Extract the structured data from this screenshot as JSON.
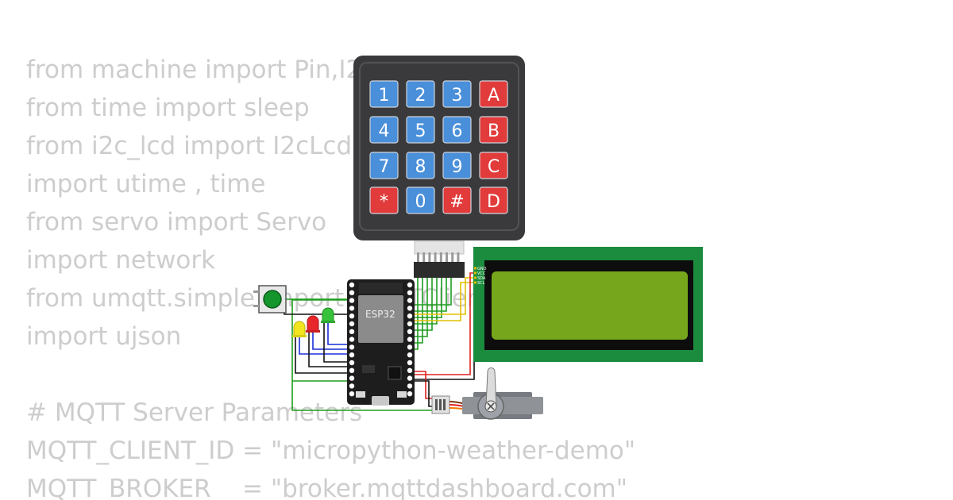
{
  "code_lines": [
    "from machine import Pin,I2C",
    "from time import sleep",
    "from i2c_lcd import I2cLcd",
    "import utime , time",
    "from servo import Servo",
    "import network",
    "from umqtt.simple import MQTTClient",
    "import ujson",
    "",
    "# MQTT Server Parameters",
    "MQTT_CLIENT_ID = \"micropython-weather-demo\"",
    "MQTT_BROKER    = \"broker.mqttdashboard.com\""
  ],
  "keypad": {
    "keys": [
      "1",
      "2",
      "3",
      "A",
      "4",
      "5",
      "6",
      "B",
      "7",
      "8",
      "9",
      "C",
      "*",
      "0",
      "#",
      "D"
    ],
    "colors": {
      "digit": "#4a8fd9",
      "letter": "#e23b3b",
      "frame": "#3a3a3d",
      "bezel": "#525257"
    }
  },
  "esp32": {
    "label": "ESP32"
  },
  "lcd": {
    "pin_labels": [
      "GND",
      "VCC",
      "SDA",
      "SCL"
    ],
    "colors": {
      "board": "#1b8b3d",
      "screen": "#76a61b"
    }
  },
  "wire_colors": {
    "green": "#1f9d1f",
    "yellow": "#e0c000",
    "red": "#e02020",
    "black": "#111111",
    "blue": "#1a2ed8",
    "orange": "#f07800"
  },
  "icons": {
    "keypad": "membrane-keypad-icon",
    "mcu": "esp32-board-icon",
    "display": "lcd-display-icon",
    "servo": "servo-motor-icon",
    "button": "push-button-icon",
    "led": "led-icon"
  }
}
